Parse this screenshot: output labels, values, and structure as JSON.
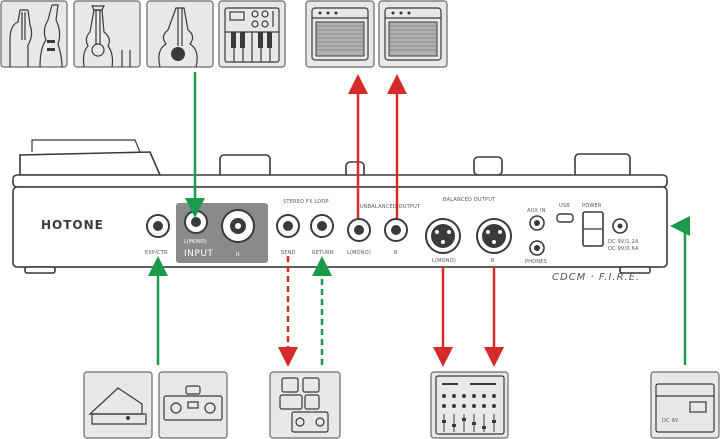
{
  "device": {
    "brand": "HOTONE",
    "model": "CDCM · F.I.R.E.",
    "input_label": "INPUT",
    "input_mono_label": "L(MONO)",
    "input_r_label": "R",
    "exp_ctr_label": "EXP/CTR",
    "stereo_fx_loop_label": "STEREO FX LOOP",
    "send_label": "SEND",
    "return_label": "RETURN",
    "unbalanced_output_label": "UNBALANCED OUTPUT",
    "unbal_l_label": "L(MONO)",
    "unbal_r_label": "R",
    "balanced_output_label": "BALANCED OUTPUT",
    "bal_l_label": "L(MONO)",
    "bal_r_label": "R",
    "aux_in_label": "AUX IN",
    "phones_label": "PHONES",
    "usb_label": "USB",
    "power_label": "POWER",
    "dc_label": "DC 9V/1.2A",
    "dc_sub_label": "DC 9V/0.6A"
  },
  "icons": {
    "top": [
      "electric-guitar-icon",
      "acoustic-guitar-icon",
      "acoustic-guitar-round-icon",
      "synth-keyboard-icon"
    ],
    "amps": [
      "guitar-amp-icon",
      "guitar-amp-icon"
    ],
    "bottom": [
      "expression-pedal-icon",
      "footswitch-icon",
      "effects-pedals-icon",
      "mixer-icon",
      "power-adapter-icon"
    ]
  },
  "colors": {
    "green": "#1a9a4a",
    "red": "#d42a2a",
    "device_outline": "#3a3a3a",
    "tile_bg": "#e8e8e8",
    "input_highlight": "#8a8a8a"
  }
}
